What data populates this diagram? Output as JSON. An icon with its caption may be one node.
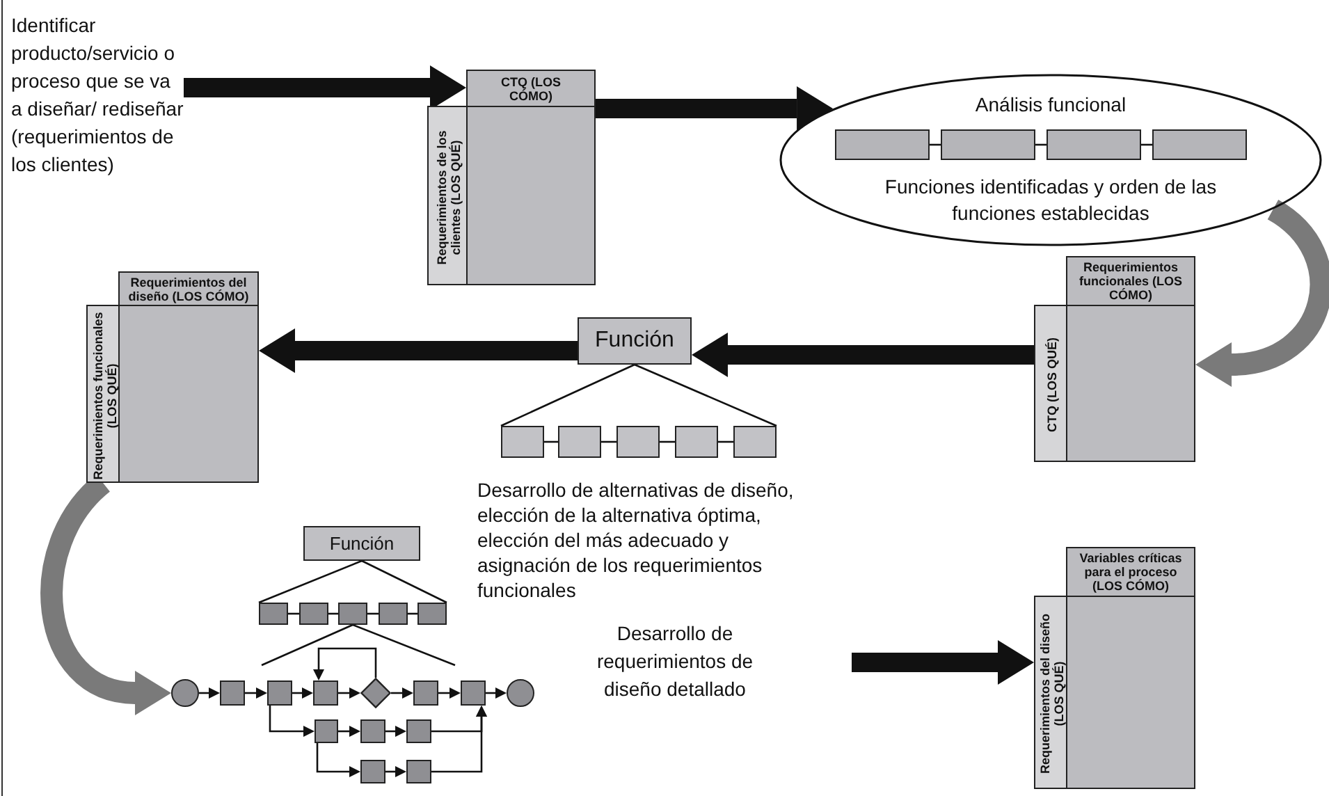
{
  "diagram": {
    "nodes": [
      {
        "text": [
          "Identificar producto/servicio o proceso que se va a diseñar/ rediseñar (requerimientos de los clientes)"
        ]
      },
      {
        "text": [
          "CTQ (LOS CÓMO)",
          "Requerimientos de los clientes (LOS QUÉ)"
        ]
      },
      {
        "text": [
          "Análisis funcional",
          "Funciones identificadas y orden de las funciones establecidas"
        ]
      },
      {
        "text": [],
        "shape": "box",
        "in": 2
      },
      {
        "text": [],
        "shape": "box",
        "in": 2
      },
      {
        "text": [],
        "shape": "box",
        "in": 2
      },
      {
        "text": [],
        "shape": "box",
        "in": 2
      },
      {
        "text": [
          "Requerimientos funcionales (LOS CÓMO)",
          "CTQ (LOS QUÉ)"
        ]
      },
      {
        "text": [
          "Función"
        ]
      },
      {
        "text": [],
        "shape": "box"
      },
      {
        "text": [],
        "shape": "box"
      },
      {
        "text": [],
        "shape": "box"
      },
      {
        "text": [],
        "shape": "box"
      },
      {
        "text": [],
        "shape": "box"
      },
      {
        "text": [
          "Requerimientos del diseño (LOS CÓMO)",
          "Requerimientos funcionales (LOS QUÉ)"
        ]
      },
      {
        "text": [
          "Función"
        ]
      },
      {
        "text": [],
        "shape": "box"
      },
      {
        "text": [],
        "shape": "box"
      },
      {
        "text": [],
        "shape": "box"
      },
      {
        "text": [],
        "shape": "box"
      },
      {
        "text": [],
        "shape": "box"
      },
      {
        "text": [],
        "shape": "circle"
      },
      {
        "text": [],
        "shape": "box"
      },
      {
        "text": [],
        "shape": "box"
      },
      {
        "text": [],
        "shape": "box"
      },
      {
        "text": [],
        "shape": "diamond"
      },
      {
        "text": [],
        "shape": "box"
      },
      {
        "text": [],
        "shape": "box"
      },
      {
        "text": [],
        "shape": "circle"
      },
      {
        "text": [],
        "shape": "box"
      },
      {
        "text": [],
        "shape": "box"
      },
      {
        "text": [],
        "shape": "box"
      },
      {
        "text": [],
        "shape": "box"
      },
      {
        "text": [],
        "shape": "box"
      },
      {
        "text": [
          "Variables críticas para el proceso (LOS CÓMO)",
          "Requerimientos del diseño (LOS QUÉ)"
        ]
      }
    ],
    "edges": [
      {
        "from": 0,
        "to": 1,
        "arrow": "to",
        "style": "thick"
      },
      {
        "from": 1,
        "to": 2,
        "arrow": "to",
        "style": "thick"
      },
      {
        "from": 2,
        "to": 7,
        "arrow": "to",
        "style": "thick",
        "color": "#7a7a7a"
      },
      {
        "from": 3,
        "to": 4,
        "arrow": "none"
      },
      {
        "from": 4,
        "to": 5,
        "arrow": "none"
      },
      {
        "from": 5,
        "to": 6,
        "arrow": "none"
      },
      {
        "from": 7,
        "to": 8,
        "arrow": "to",
        "style": "thick"
      },
      {
        "from": 8,
        "to": 14,
        "arrow": "to",
        "style": "thick"
      },
      {
        "from": 8,
        "to": 9,
        "arrow": "none"
      },
      {
        "from": 8,
        "to": 13,
        "arrow": "none"
      },
      {
        "from": 9,
        "to": 10,
        "arrow": "none"
      },
      {
        "from": 10,
        "to": 11,
        "arrow": "none"
      },
      {
        "from": 11,
        "to": 12,
        "arrow": "none"
      },
      {
        "from": 12,
        "to": 13,
        "arrow": "none"
      },
      {
        "from": 14,
        "to": 21,
        "arrow": "to",
        "style": "thick",
        "color": "#7a7a7a"
      },
      {
        "from": 15,
        "to": 16,
        "arrow": "none"
      },
      {
        "from": 15,
        "to": 20,
        "arrow": "none"
      },
      {
        "from": 16,
        "to": 17,
        "arrow": "none"
      },
      {
        "from": 17,
        "to": 18,
        "arrow": "none"
      },
      {
        "from": 18,
        "to": 19,
        "arrow": "none"
      },
      {
        "from": 19,
        "to": 20,
        "arrow": "none"
      },
      {
        "from": 21,
        "to": 22,
        "arrow": "to"
      },
      {
        "from": 22,
        "to": 23,
        "arrow": "to"
      },
      {
        "from": 23,
        "to": 24,
        "arrow": "to"
      },
      {
        "from": 24,
        "to": 25,
        "arrow": "to"
      },
      {
        "from": 25,
        "to": 26,
        "arrow": "to"
      },
      {
        "from": 26,
        "to": 27,
        "arrow": "to"
      },
      {
        "from": 27,
        "to": 28,
        "arrow": "to"
      },
      {
        "from": 25,
        "to": 24,
        "arrow": "to"
      },
      {
        "from": 23,
        "to": 29,
        "arrow": "to"
      },
      {
        "from": 29,
        "to": 30,
        "arrow": "to"
      },
      {
        "from": 30,
        "to": 31,
        "arrow": "to"
      },
      {
        "from": 31,
        "to": 27,
        "arrow": "to"
      },
      {
        "from": 29,
        "to": 32,
        "arrow": "to"
      },
      {
        "from": 32,
        "to": 33,
        "arrow": "to"
      },
      {
        "from": 33,
        "to": 27,
        "arrow": "to"
      },
      {
        "from": null,
        "to": 34,
        "arrow": "to",
        "style": "thick"
      }
    ],
    "labels": [
      "Desarrollo de alternativas de diseño, elección de la alternativa óptima, elección del más adecuado y asignación de los requerimientos funcionales",
      "Desarrollo de requerimientos de diseño detallado"
    ]
  }
}
